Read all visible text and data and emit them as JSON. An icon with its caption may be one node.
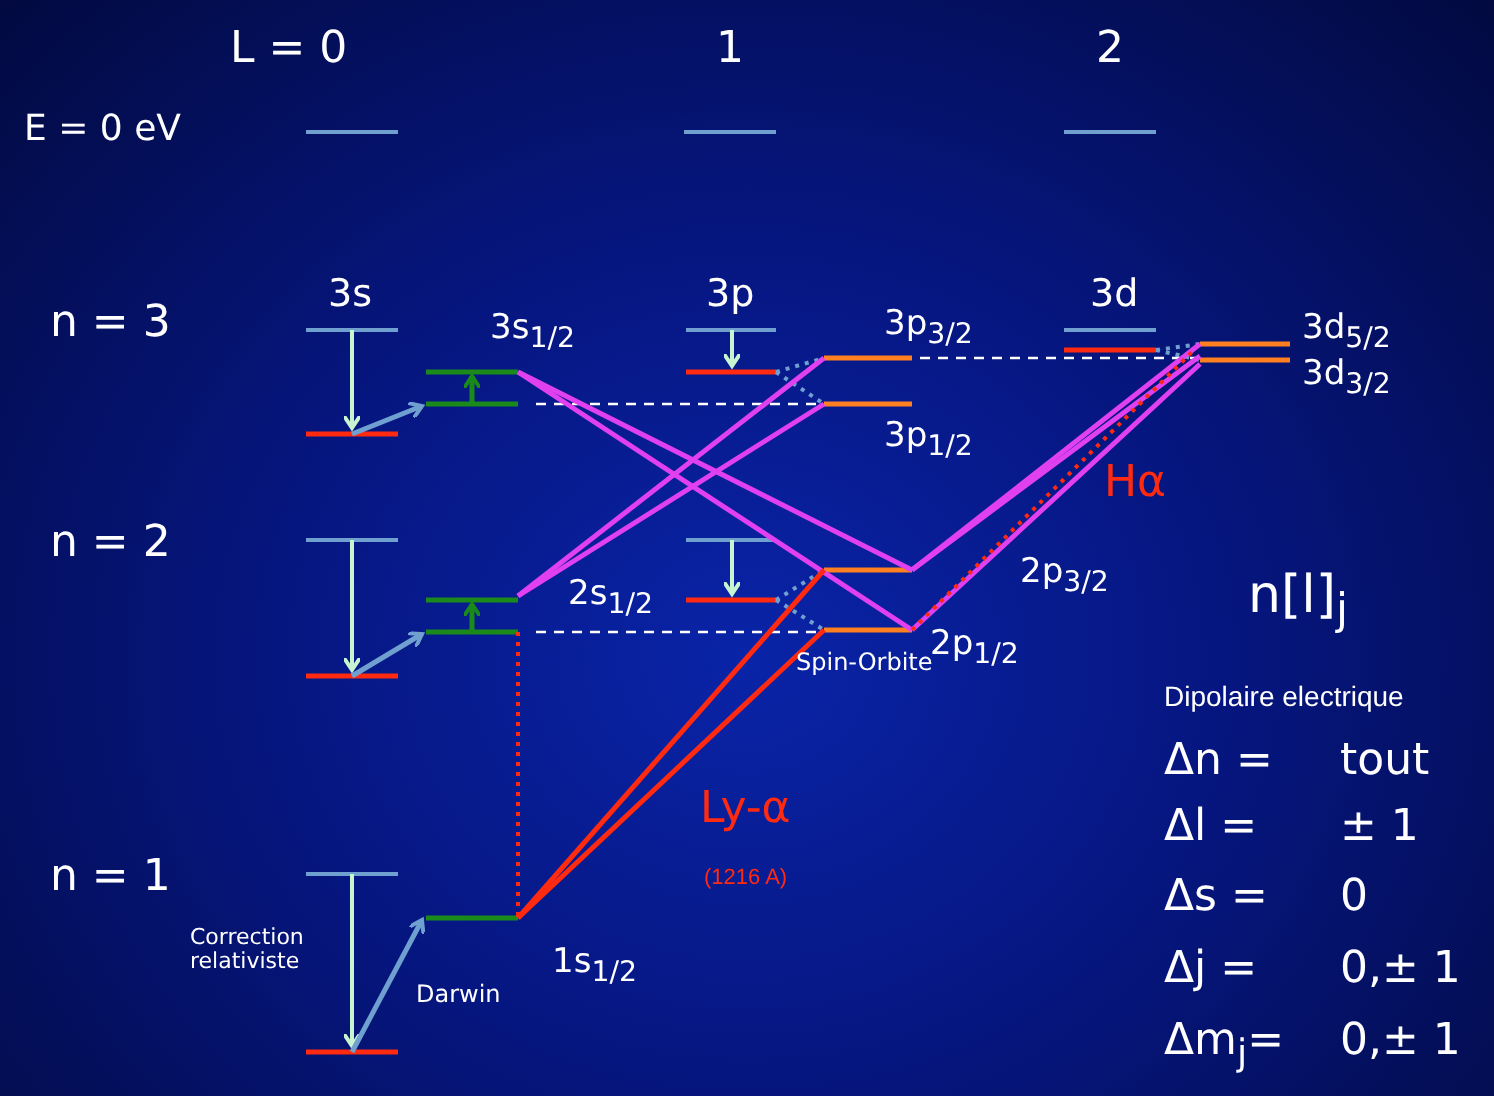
{
  "diagram": {
    "labels": [
      "L = 0",
      "1",
      "2",
      "E = 0 eV",
      "3s",
      "3p",
      "3d",
      "n = 3",
      "3s$_{1/2}$",
      "3p$_{3/2}$",
      "3d$_{5/2}$",
      "3d$_{3/2}$",
      "3p$_{1/2}$",
      "Hα",
      "n = 2",
      "2s$_{1/2}$",
      "2p$_{3/2}$",
      "n[l]$_{j}$",
      "2p$_{1/2}$",
      "Spin-Orbite",
      "Dipolaire electrique",
      "Δn =",
      "tout",
      "Ly-α",
      "Δl =",
      "± 1",
      "(1216 A)",
      "Δs =",
      "0",
      "n = 1",
      "Correction relativiste",
      "1s$_{1/2}$",
      "Darwin",
      "Δj =",
      "0,± 1",
      "Δm$_{j}$=",
      "0,± 1"
    ]
  }
}
